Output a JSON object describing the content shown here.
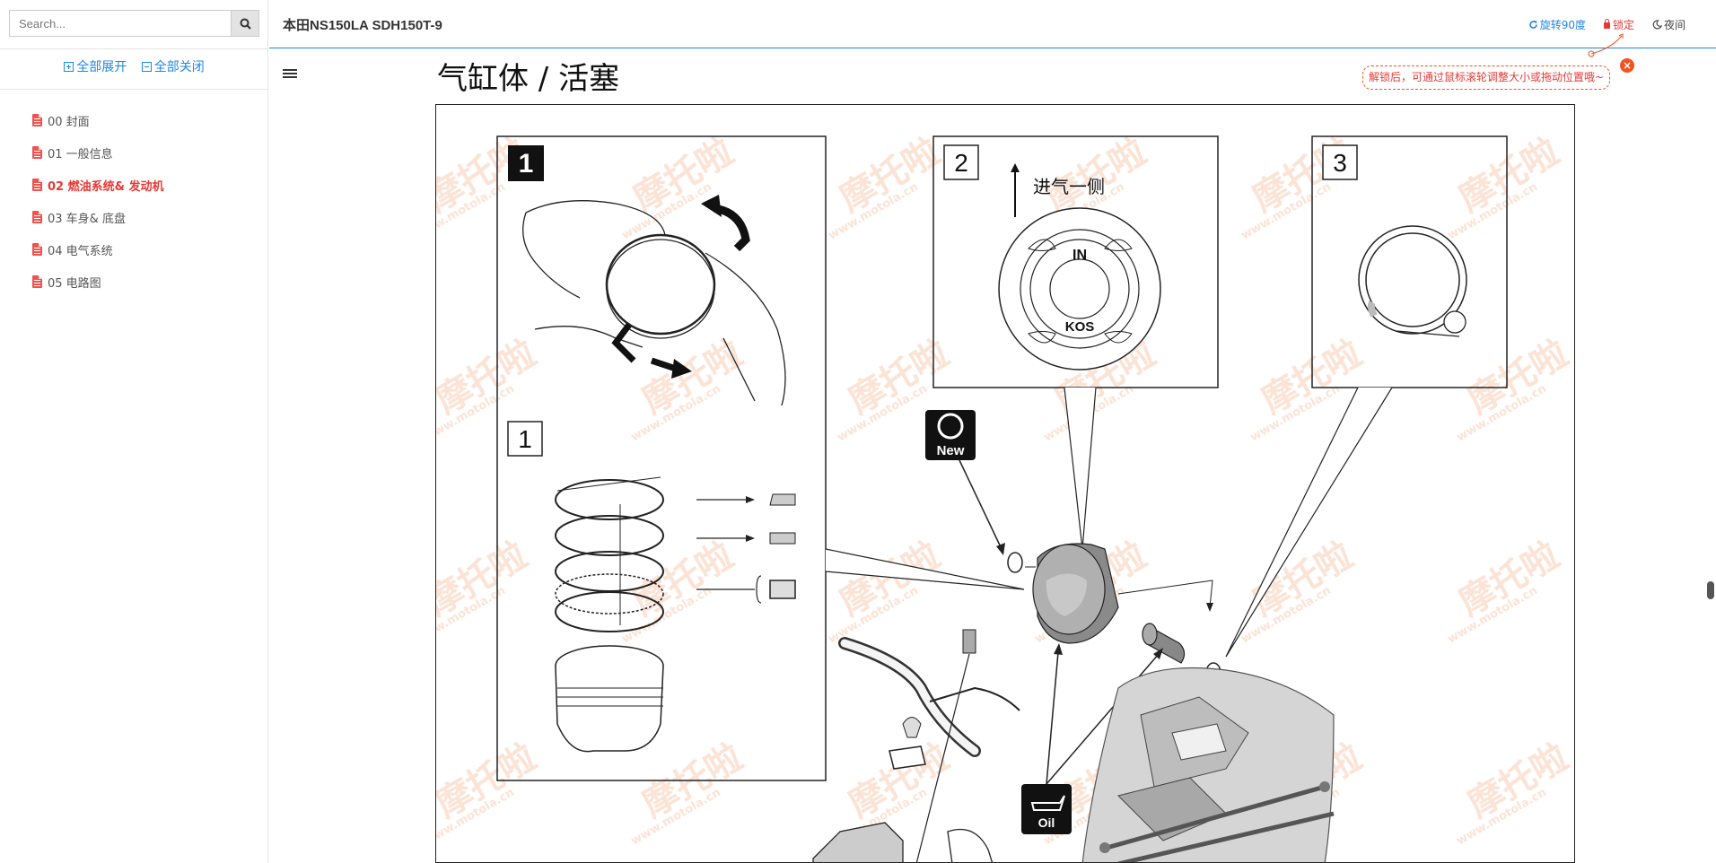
{
  "sidebar": {
    "search_placeholder": "Search...",
    "expand_all": "全部展开",
    "collapse_all": "全部关闭",
    "items": [
      {
        "label": "00 封面",
        "active": false
      },
      {
        "label": "01 一般信息",
        "active": false
      },
      {
        "label": "02 燃油系统& 发动机",
        "active": true
      },
      {
        "label": "03 车身& 底盘",
        "active": false
      },
      {
        "label": "04 电气系统",
        "active": false
      },
      {
        "label": "05 电路图",
        "active": false
      }
    ]
  },
  "header": {
    "title": "本田NS150LA SDH150T-9",
    "rotate_label": "旋转90度",
    "lock_label": "锁定",
    "night_label": "夜间"
  },
  "tooltip": {
    "text": "解锁后，可通过鼠标滚轮调整大小或拖动位置哦~",
    "close": "×"
  },
  "page": {
    "heading": "气缸体 / 活塞"
  },
  "diagram": {
    "panel1_num": "1",
    "panel1b_num": "1",
    "panel2_num": "2",
    "panel3_num": "3",
    "intake_label": "进气一侧",
    "piston_in": "IN",
    "piston_kos": "KOS",
    "new_badge": "New",
    "oil_badge": "Oil",
    "watermark": "摩托啦",
    "watermark_url": "www.motola.cn"
  },
  "colors": {
    "accent": "#1e88e5",
    "active": "#e53935",
    "tooltip": "#f4511e",
    "watermark": "#f3b08a"
  }
}
